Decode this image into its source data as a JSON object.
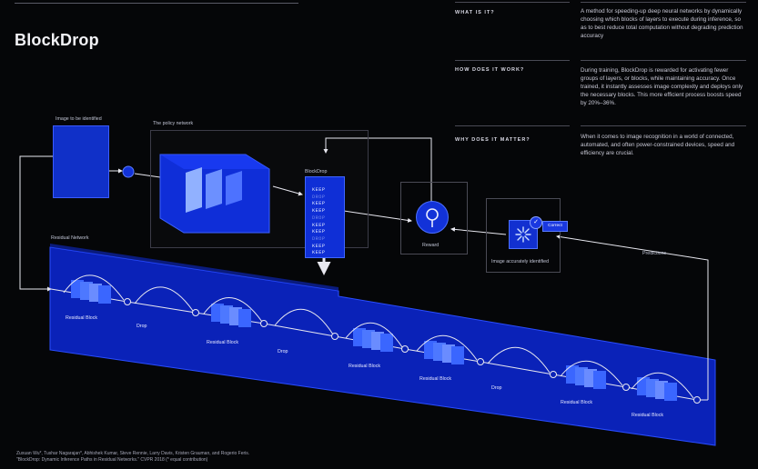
{
  "title": "BlockDrop",
  "qa": [
    {
      "question": "WHAT IS IT?",
      "answer": "A method for speeding-up deep neural networks by dynamically choosing which blocks of layers to execute during inference, so as to best reduce total computation without degrading prediction accuracy"
    },
    {
      "question": "HOW DOES IT WORK?",
      "answer": "During training, BlockDrop is rewarded for activating fewer groups of layers, or blocks, while maintaining accuracy. Once trained, it instantly assesses image complexity and deploys only the necessary blocks. This more efficient process boosts speed by 20%–36%."
    },
    {
      "question": "WHY DOES IT MATTER?",
      "answer": "When it comes to image recognition in a world of connected, automated, and often power-constrained devices, speed and efficiency are crucial."
    }
  ],
  "diagram": {
    "input_label": "Image to be identified",
    "policy_label": "The policy network",
    "blockdrop_label": "BlockDrop",
    "decisions": [
      "KEEP",
      "DROP",
      "KEEP",
      "KEEP",
      "DROP",
      "KEEP",
      "KEEP",
      "DROP",
      "KEEP",
      "KEEP"
    ],
    "reward_label": "Reward",
    "result_label": "Image accurately identified",
    "correct_tag": "Correct",
    "predictions_label": "Predictions",
    "residual_network_label": "Residual Network",
    "block_labels": [
      "Residual Block",
      "Drop",
      "Residual Block",
      "Drop",
      "Residual Block",
      "Residual Block",
      "Drop",
      "Residual Block",
      "Residual Block"
    ]
  },
  "credits": [
    "Zuxuan Wu*, Tushar Nagarajan*, Abhishek Kumar, Steve Rennie, Larry Davis, Kristen Grauman, and Rogerio Feris.",
    "\"BlockDrop: Dynamic Inference Paths in Residual Networks.\" CVPR 2018 (* equal contribution)"
  ],
  "colors": {
    "background": "#050608",
    "accent": "#1a3cff",
    "panel": "#0f2fd6",
    "line": "#e8e8f0"
  }
}
